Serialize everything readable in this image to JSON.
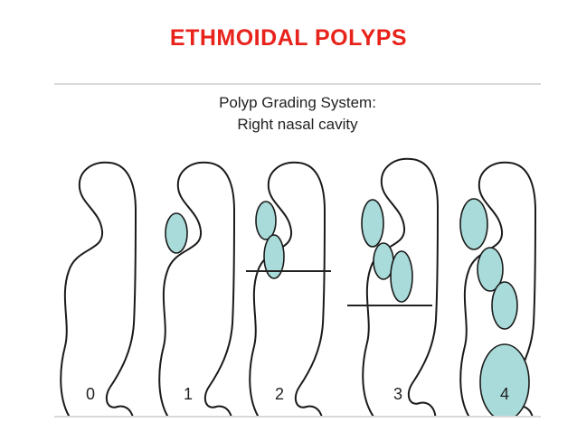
{
  "slide": {
    "title": "ETHMOIDAL POLYPS"
  },
  "figure": {
    "title_line1": "Polyp Grading System:",
    "title_line2": "Right nasal cavity",
    "grades": [
      "0",
      "1",
      "2",
      "3",
      "4"
    ]
  },
  "colors": {
    "title": "#e8231b",
    "polyp_fill": "#a8dbd9",
    "outline": "#1a1a1a"
  }
}
